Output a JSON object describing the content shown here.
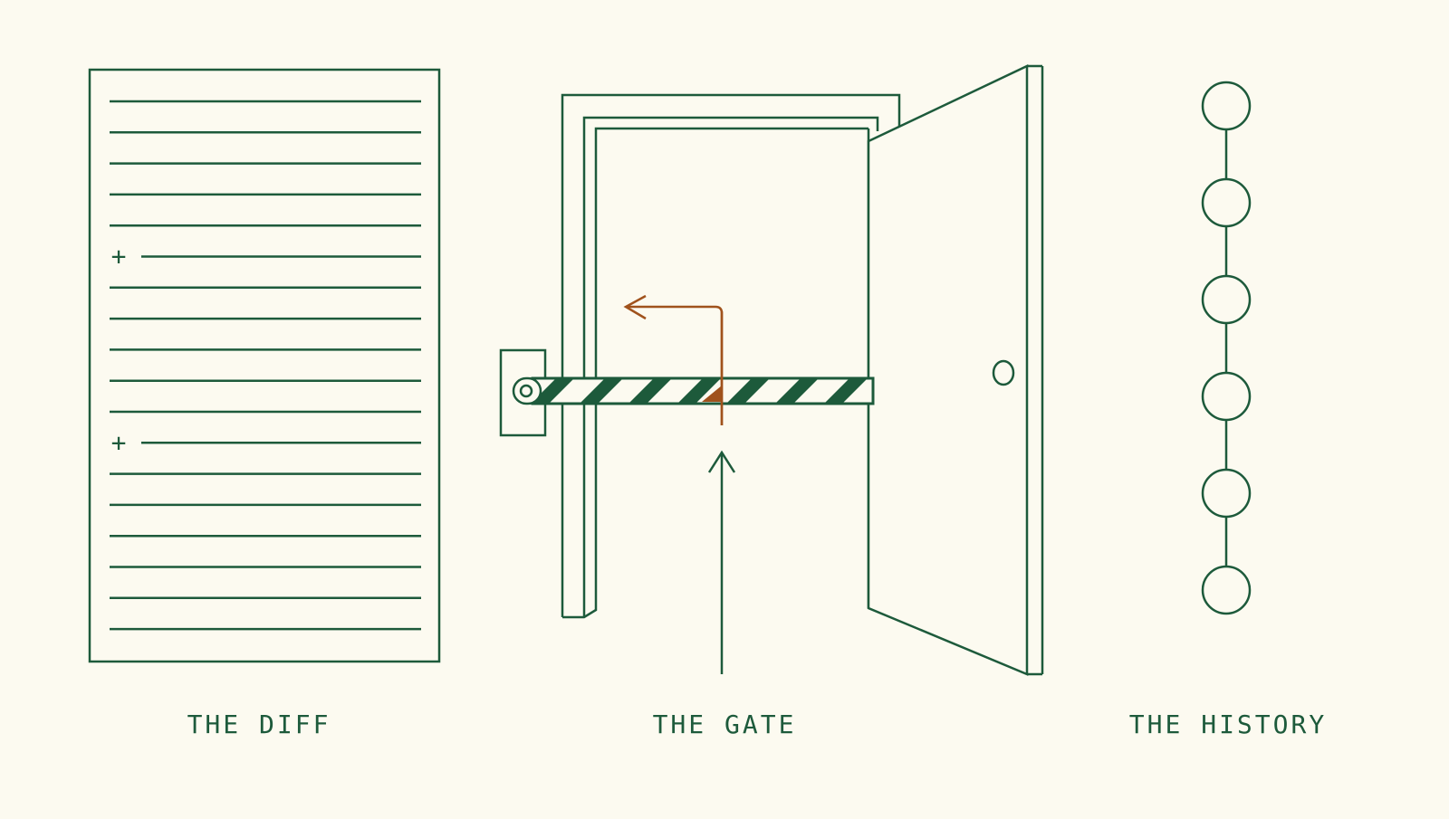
{
  "colors": {
    "background": "#fcfaf0",
    "ink_green": "#1d5a3b",
    "accent_rust": "#a0521c"
  },
  "panels": {
    "diff": {
      "caption": "THE DIFF",
      "line_count": 18,
      "added_line_markers": [
        "+",
        "+"
      ]
    },
    "gate": {
      "caption": "THE GATE",
      "icons": [
        "door-icon",
        "barrier-arm-icon",
        "up-arrow-icon",
        "redirect-arrow-icon"
      ]
    },
    "history": {
      "caption": "THE HISTORY",
      "node_count": 6
    }
  }
}
